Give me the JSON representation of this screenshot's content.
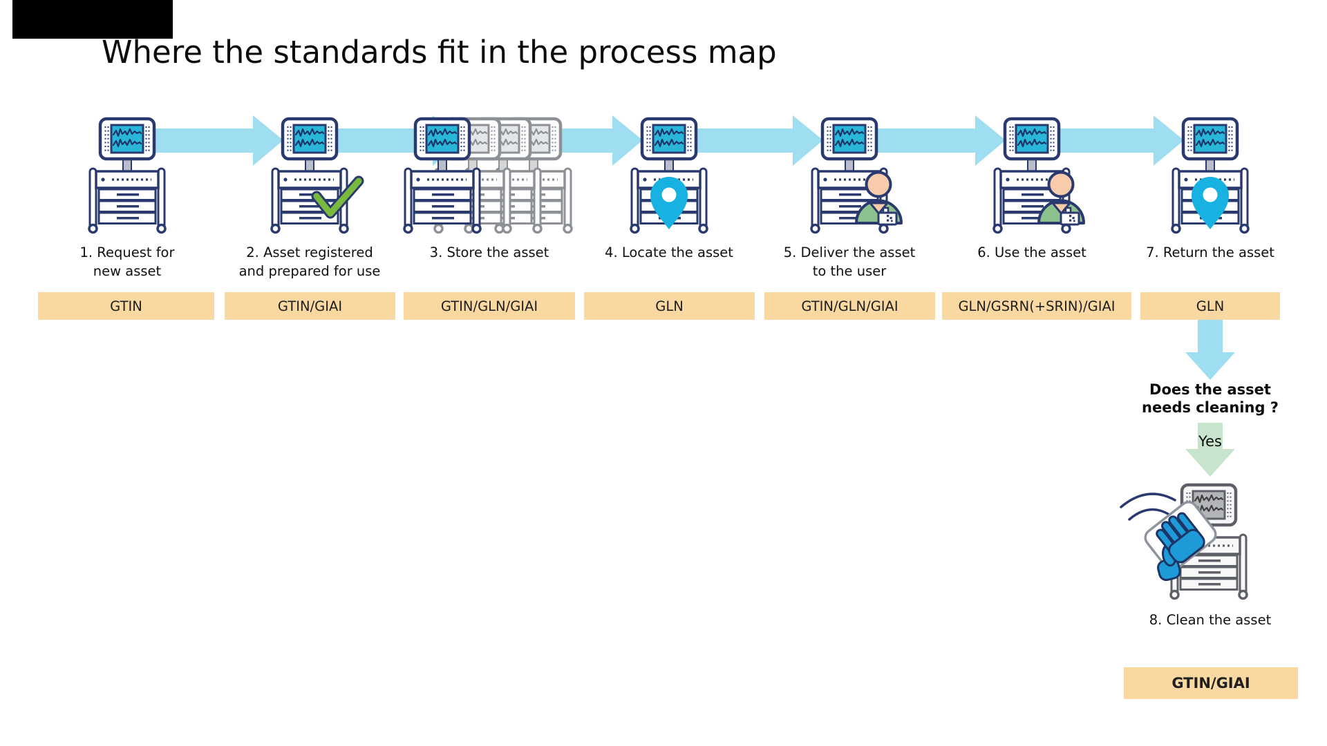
{
  "title": "Where the standards fit in the process map",
  "process": {
    "steps": [
      {
        "id": 1,
        "label_lines": [
          "1. Request for",
          "new asset"
        ],
        "standard": "GTIN",
        "icon": "monitor-cart-icon"
      },
      {
        "id": 2,
        "label_lines": [
          "2. Asset registered",
          "and prepared for use"
        ],
        "standard": "GTIN/GIAI",
        "icon": "monitor-cart-check-icon"
      },
      {
        "id": 3,
        "label_lines": [
          "3. Store the asset"
        ],
        "standard": "GTIN/GLN/GIAI",
        "icon": "monitor-carts-storage-icon"
      },
      {
        "id": 4,
        "label_lines": [
          "4. Locate the asset"
        ],
        "standard": "GLN",
        "icon": "monitor-cart-location-icon"
      },
      {
        "id": 5,
        "label_lines": [
          "5. Deliver the asset",
          "to the user"
        ],
        "standard": "GTIN/GLN/GIAI",
        "icon": "monitor-cart-user-icon"
      },
      {
        "id": 6,
        "label_lines": [
          "6. Use the asset"
        ],
        "standard": "GLN/GSRN(+SRIN)/GIAI",
        "icon": "monitor-cart-user-icon"
      },
      {
        "id": 7,
        "label_lines": [
          "7. Return the asset"
        ],
        "standard": "GLN",
        "icon": "monitor-cart-location-icon"
      }
    ]
  },
  "decision": {
    "question_lines": [
      "Does the asset",
      "needs cleaning ?"
    ],
    "answer": "Yes"
  },
  "cleaning_step": {
    "label": "8. Clean the asset",
    "standard": "GTIN/GIAI",
    "icon": "clean-cart-icon"
  },
  "colors": {
    "flow_arrow": "#9fdef0",
    "standard_box": "#f9d9a1",
    "yes_arrow": "#c8e4cc",
    "outline_navy": "#2b3a6e",
    "screen_cyan": "#29b6d8",
    "pin_cyan": "#17b2e2",
    "check_green": "#79ba3e",
    "scrub_green": "#8cc28e",
    "skin": "#f8cbaa"
  }
}
